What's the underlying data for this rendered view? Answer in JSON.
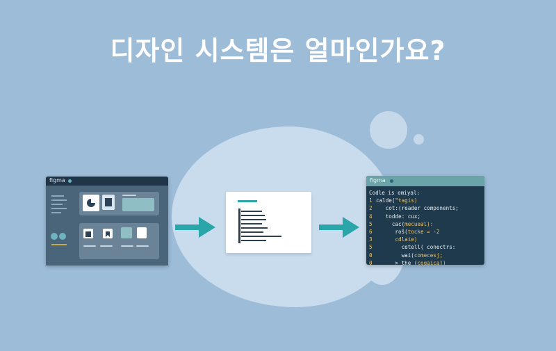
{
  "title": "디자인 시스템은 얼마인가요?",
  "design_window": {
    "app_name": "figma"
  },
  "code_window": {
    "app_name": "figma",
    "lines": [
      {
        "num": "",
        "text": "Codle is omiyal:",
        "hl": ""
      },
      {
        "num": "1",
        "text": "calde(\"",
        "hl": "tagis)"
      },
      {
        "num": "2",
        "text": "   cot:(reader components;",
        "hl": ""
      },
      {
        "num": "4",
        "text": "   todde: cux;",
        "hl": ""
      },
      {
        "num": "5",
        "text": "     cac(",
        "hl": "mecueal):"
      },
      {
        "num": "6",
        "text": "      roš(",
        "hl": "tocke = -2"
      },
      {
        "num": "3",
        "text": "      ",
        "hl": "cdlaie)"
      },
      {
        "num": "5",
        "text": "        cetell( conectrs:",
        "hl": ""
      },
      {
        "num": "0",
        "text": "        wai(",
        "hl": "comecesj;"
      },
      {
        "num": "0",
        "text": "      > the (",
        "hl": "cogaica])"
      }
    ]
  },
  "colors": {
    "background": "#9dbcd8",
    "blob": "#c9dced",
    "arrow": "#2aa5a8",
    "design_window": "#2c4257",
    "code_window": "#1f3a4d",
    "code_header": "#6aa3a8",
    "syntax_highlight": "#e8c36a"
  },
  "icons": [
    "pie-chart-icon",
    "document-icon",
    "image-icon",
    "bookmark-icon",
    "arrow-right-icon",
    "text-lines-icon"
  ]
}
